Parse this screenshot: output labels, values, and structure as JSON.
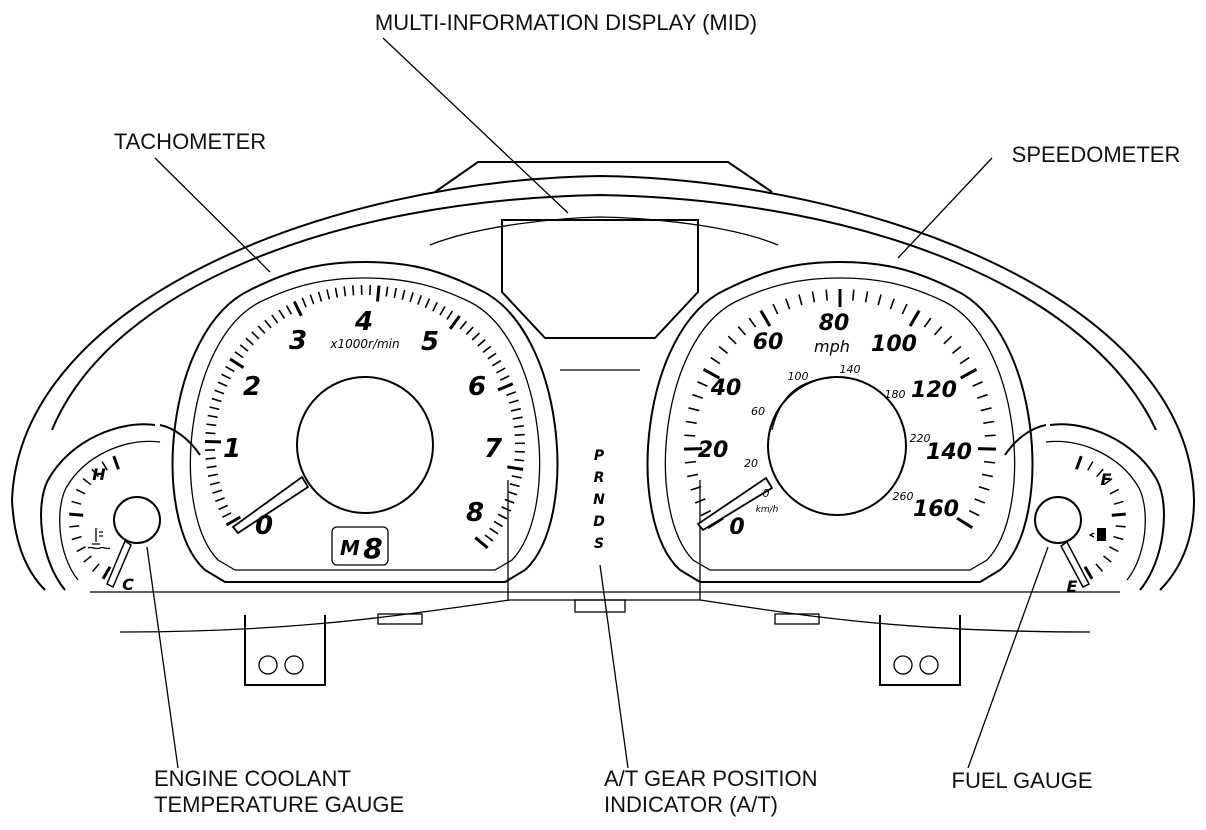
{
  "callouts": {
    "mid": "MULTI-INFORMATION DISPLAY (MID)",
    "tachometer": "TACHOMETER",
    "speedometer": "SPEEDOMETER",
    "coolant_line1": "ENGINE COOLANT",
    "coolant_line2": "TEMPERATURE GAUGE",
    "gear_line1": "A/T GEAR POSITION",
    "gear_line2": "INDICATOR (A/T)",
    "fuel": "FUEL GAUGE"
  },
  "tachometer": {
    "numbers": [
      "0",
      "1",
      "2",
      "3",
      "4",
      "5",
      "6",
      "7",
      "8"
    ],
    "unit": "x1000r/min",
    "mode_letter": "M",
    "gear_digit": "8"
  },
  "speedometer": {
    "mph_numbers": [
      "0",
      "20",
      "40",
      "60",
      "80",
      "100",
      "120",
      "140",
      "160"
    ],
    "mph_unit": "mph",
    "kmh_numbers": [
      "20",
      "60",
      "100",
      "140",
      "180",
      "220",
      "260"
    ],
    "kmh_zero": "0",
    "kmh_unit": "km/h"
  },
  "gear_indicator": {
    "positions": [
      "P",
      "R",
      "N",
      "D",
      "S"
    ]
  },
  "coolant_gauge": {
    "hot": "H",
    "cold": "C",
    "icon": "coolant-temperature-icon"
  },
  "fuel_gauge": {
    "full": "F",
    "empty": "E",
    "icon": "fuel-pump-icon"
  }
}
